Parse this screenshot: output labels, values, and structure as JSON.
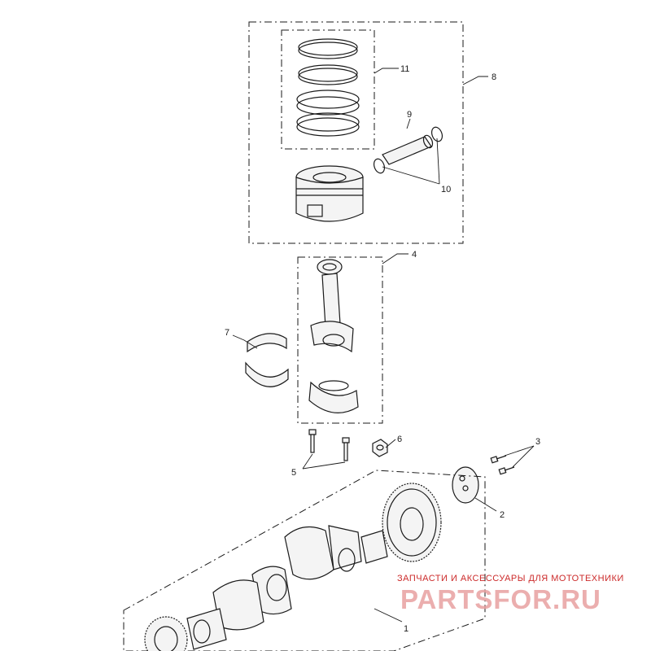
{
  "callouts": {
    "c1": "1",
    "c2": "2",
    "c3": "3",
    "c4": "4",
    "c5": "5",
    "c6": "6",
    "c7": "7",
    "c8": "8",
    "c9": "9",
    "c10": "10",
    "c11": "11"
  },
  "watermark": {
    "tagline": "ЗАПЧАСТИ И АКСЕССУАРЫ ДЛЯ МОТОТЕХНИКИ",
    "logo": "PARTSFOR.RU"
  },
  "colors": {
    "line": "#1a1a1a",
    "watermark_text": "#cc2a2a",
    "watermark_logo": "#e8a0a0"
  }
}
